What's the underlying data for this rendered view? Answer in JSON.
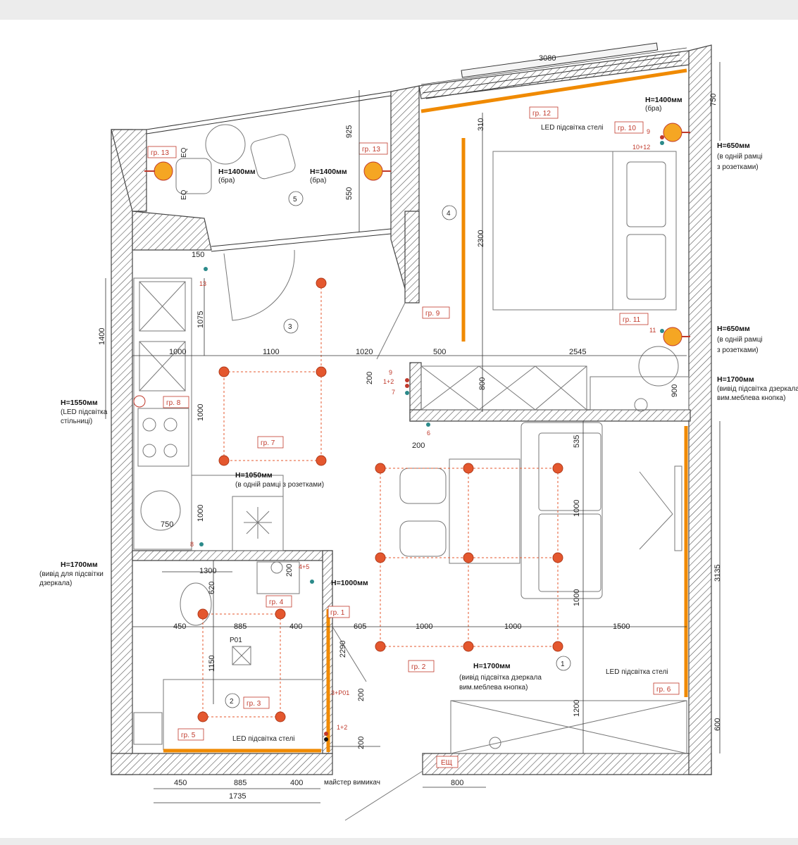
{
  "plan": {
    "dimensions": {
      "top_3080": "3080",
      "d_750": "750",
      "d_925": "925",
      "d_550": "550",
      "d_310": "310",
      "d_2300": "2300",
      "d_150": "150",
      "d_1075": "1075",
      "d_1400": "1400",
      "d_1000a": "1000",
      "d_1100": "1100",
      "d_1020": "1020",
      "d_500": "500",
      "d_2545": "2545",
      "d_200a": "200",
      "d_800": "800",
      "d_900": "900",
      "d_1000b": "1000",
      "d_200b": "200",
      "d_535": "535",
      "d_1000c": "1000",
      "d_1000d": "1000",
      "d_750b": "750",
      "d_1000e": "1000",
      "d_1300": "1300",
      "d_620": "620",
      "d_200c": "200",
      "d_450": "450",
      "d_885": "885",
      "d_400": "400",
      "d_605": "605",
      "d_1000f": "1000",
      "d_1000g": "1000",
      "d_1500": "1500",
      "d_1150": "1150",
      "d_2290": "2290",
      "d_200d": "200",
      "d_200e": "200",
      "d_1200": "1200",
      "d_3135": "3135",
      "d_600": "600",
      "b_450": "450",
      "b_885": "885",
      "b_400": "400",
      "b_1735": "1735",
      "b_800": "800"
    },
    "groups": {
      "g1": "гр. 1",
      "g2": "гр. 2",
      "g3": "гр. 3",
      "g4": "гр. 4",
      "g5": "гр. 5",
      "g6": "гр. 6",
      "g7": "гр. 7",
      "g8": "гр. 8",
      "g9": "гр. 9",
      "g10": "гр. 10",
      "g11": "гр. 11",
      "g12": "гр. 12",
      "g13a": "гр. 13",
      "g13b": "гр. 13"
    },
    "heights": {
      "h1400a": "H=1400мм",
      "bra_a": "(бра)",
      "h1400b": "H=1400мм",
      "bra_b": "(бра)",
      "h1400c": "H=1400мм",
      "bra_c": "(бра)",
      "h650a": "H=650мм",
      "h650a_1": "(в одній рамці",
      "h650a_2": "з розетками)",
      "h650b": "H=650мм",
      "h650b_1": "(в одній рамці",
      "h650b_2": "з розетками)",
      "h1700a": "H=1700мм",
      "h1700a_1": "(вивід підсвітка дзеркала",
      "h1700a_2": "вим.меблева кнопка)",
      "h1550": "H=1550мм",
      "h1550_1": "(LED підсвітка",
      "h1550_2": "стільниці)",
      "h1050": "H=1050мм",
      "h1050_1": "(в одній рамці з розетками)",
      "h1700b": "H=1700мм",
      "h1700b_1": "(вивід для підсвітки",
      "h1700b_2": "дзеркала)",
      "h1000": "H=1000мм",
      "h1700c": "H=1700мм",
      "h1700c_1": "(вивід підсвітка дзеркала",
      "h1700c_2": "вим.меблева кнопка)"
    },
    "notes": {
      "led_ceiling_a": "LED підсвітка стелі",
      "led_ceiling_b": "LED підсвітка стелі",
      "led_ceiling_c": "LED підсвітка стелі",
      "master_switch": "майстер вимикач",
      "esch": "ЕЩ",
      "p01": "P01",
      "eq1": "EQ",
      "eq2": "EQ"
    },
    "rooms": {
      "r1": "1",
      "r2": "2",
      "r3": "3",
      "r4": "4",
      "r5": "5"
    },
    "switches": {
      "s13": "13",
      "s8": "8",
      "s9": "9",
      "s12": "1+2",
      "s7": "7",
      "s6": "6",
      "s45": "4+5",
      "s3p01": "3+P01",
      "s12b": "1+2",
      "s9b": "9",
      "s1012": "10+12",
      "s11": "11"
    },
    "colors": {
      "accent_orange": "#f08a00",
      "light_red": "#e4572e",
      "group_red": "#c0392b",
      "wall": "#555555"
    }
  }
}
